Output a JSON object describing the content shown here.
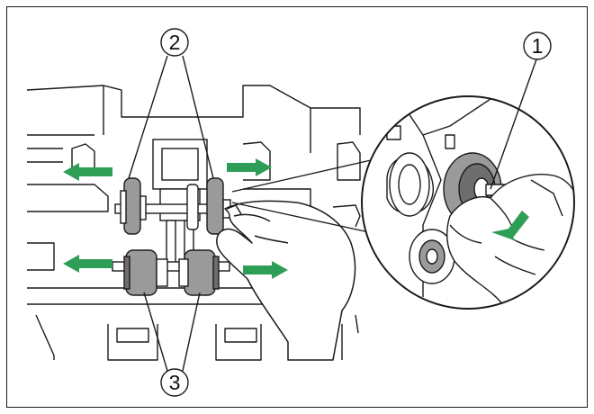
{
  "diagram": {
    "callouts": [
      {
        "id": "callout-1",
        "label": "1"
      },
      {
        "id": "callout-2",
        "label": "2"
      },
      {
        "id": "callout-3",
        "label": "3"
      }
    ],
    "colors": {
      "arrow": "#2e9e56",
      "roller": "#9a9a9a",
      "roller_dark": "#6e6e6e",
      "outline": "#1a1a1a",
      "hand": "#ffffff"
    },
    "icons": [
      "arrow-left-icon",
      "arrow-right-icon",
      "arrow-down-left-icon"
    ]
  }
}
